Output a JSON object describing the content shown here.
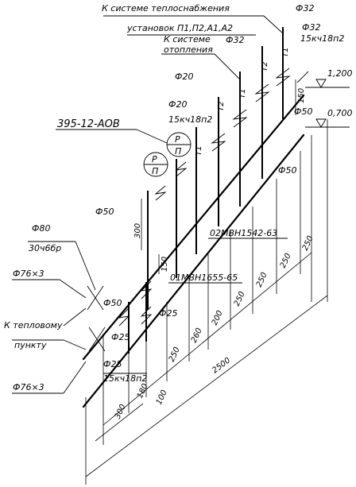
{
  "labels": {
    "heat_supply_system": "К системе теплоснабжения",
    "units": "установок П1,П2,А1,А2",
    "heating_system": "К системе",
    "heating_system_2": "отопления",
    "to_heat_point": "К тепловому",
    "to_heat_point_2": "пункту",
    "d32_a": "Ф32",
    "d32_b": "Ф32",
    "d32_c": "Ф32",
    "valve_15kch18p2_a": "15кч18п2",
    "d20_a": "Ф20",
    "d20_b": "Ф20",
    "valve_15kch18p2_b": "15кч18п2",
    "valve_395": "395-12-АОВ",
    "d50_a": "Ф50",
    "d50_b": "Ф50",
    "d50_c": "Ф50",
    "d50_d": "Ф50",
    "d80": "Ф80",
    "valve_30ch6br": "30ч6бр",
    "d76_a": "Ф76×3",
    "d76_b": "Ф76×3",
    "d25_a": "Ф25",
    "d25_b": "Ф25",
    "d25_c": "Ф25",
    "valve_15kch18p2_c": "15кч18п2",
    "mark_02": "02МВН1542-63",
    "mark_01": "01МВН1655-65",
    "lv_1200": "1,200",
    "lv_0700": "0,700",
    "t1_a": "Т1",
    "t1_b": "Т1",
    "t1_c": "Т1",
    "t2_a": "Т2",
    "t2_b": "Т2",
    "gauge_p": "Р",
    "gauge_n": "П",
    "gauge_p_2": "Р",
    "gauge_n_2": "П",
    "dim_150_a": "150",
    "dim_150_b": "150",
    "dim_300_v": "300"
  },
  "dimensions": {
    "upper_chain": [
      "250",
      "250",
      "250",
      "250",
      "200",
      "260",
      "250",
      "180",
      "300"
    ],
    "lower_chain": [
      "100"
    ],
    "total": "2500"
  }
}
